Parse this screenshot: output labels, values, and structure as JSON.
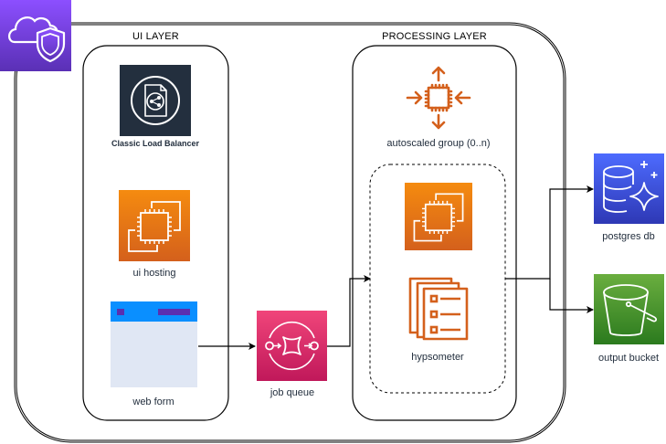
{
  "diagram": {
    "cloud_icon": "cloud-shield-icon",
    "groups": {
      "ui_layer": {
        "title": "UI LAYER"
      },
      "processing_layer": {
        "title": "PROCESSING LAYER"
      }
    },
    "nodes": {
      "load_balancer": {
        "label": "Classic Load Balancer",
        "icon": "load-balancer-icon",
        "color": "#232f3e"
      },
      "ui_hosting": {
        "label": "ui hosting",
        "icon": "ec2-instances-icon",
        "color_top": "#f58b0f",
        "color_bottom": "#d4601c"
      },
      "web_form": {
        "label": "web form",
        "icon": "browser-window-icon",
        "header_color": "#0a8fff",
        "body_color": "#e0e7f4",
        "accent_color": "#5a2fb0"
      },
      "job_queue": {
        "label": "job queue",
        "icon": "sqs-queue-icon",
        "color_top": "#f0457a",
        "color_bottom": "#c0185a"
      },
      "autoscaled_group": {
        "label": "autoscaled group (0..n)",
        "icon": "auto-scaling-icon",
        "color": "#d4601c"
      },
      "worker": {
        "label": "",
        "icon": "ec2-instances-icon",
        "color_top": "#f58b0f",
        "color_bottom": "#d4601c"
      },
      "hypsometer": {
        "label": "hypsometer",
        "icon": "documents-list-icon",
        "color": "#d4601c"
      },
      "postgres_db": {
        "label": "postgres db",
        "icon": "aurora-database-icon",
        "color_top": "#4d6bfe",
        "color_bottom": "#2e38b5"
      },
      "output_bucket": {
        "label": "output bucket",
        "icon": "s3-bucket-icon",
        "color_top": "#6aae3f",
        "color_bottom": "#2b7a1e"
      }
    },
    "edges": [
      {
        "from": "web form",
        "to": "job queue"
      },
      {
        "from": "job queue",
        "to": "autoscaled group"
      },
      {
        "from": "autoscaled group",
        "to": "postgres db"
      },
      {
        "from": "autoscaled group",
        "to": "output bucket"
      }
    ]
  }
}
